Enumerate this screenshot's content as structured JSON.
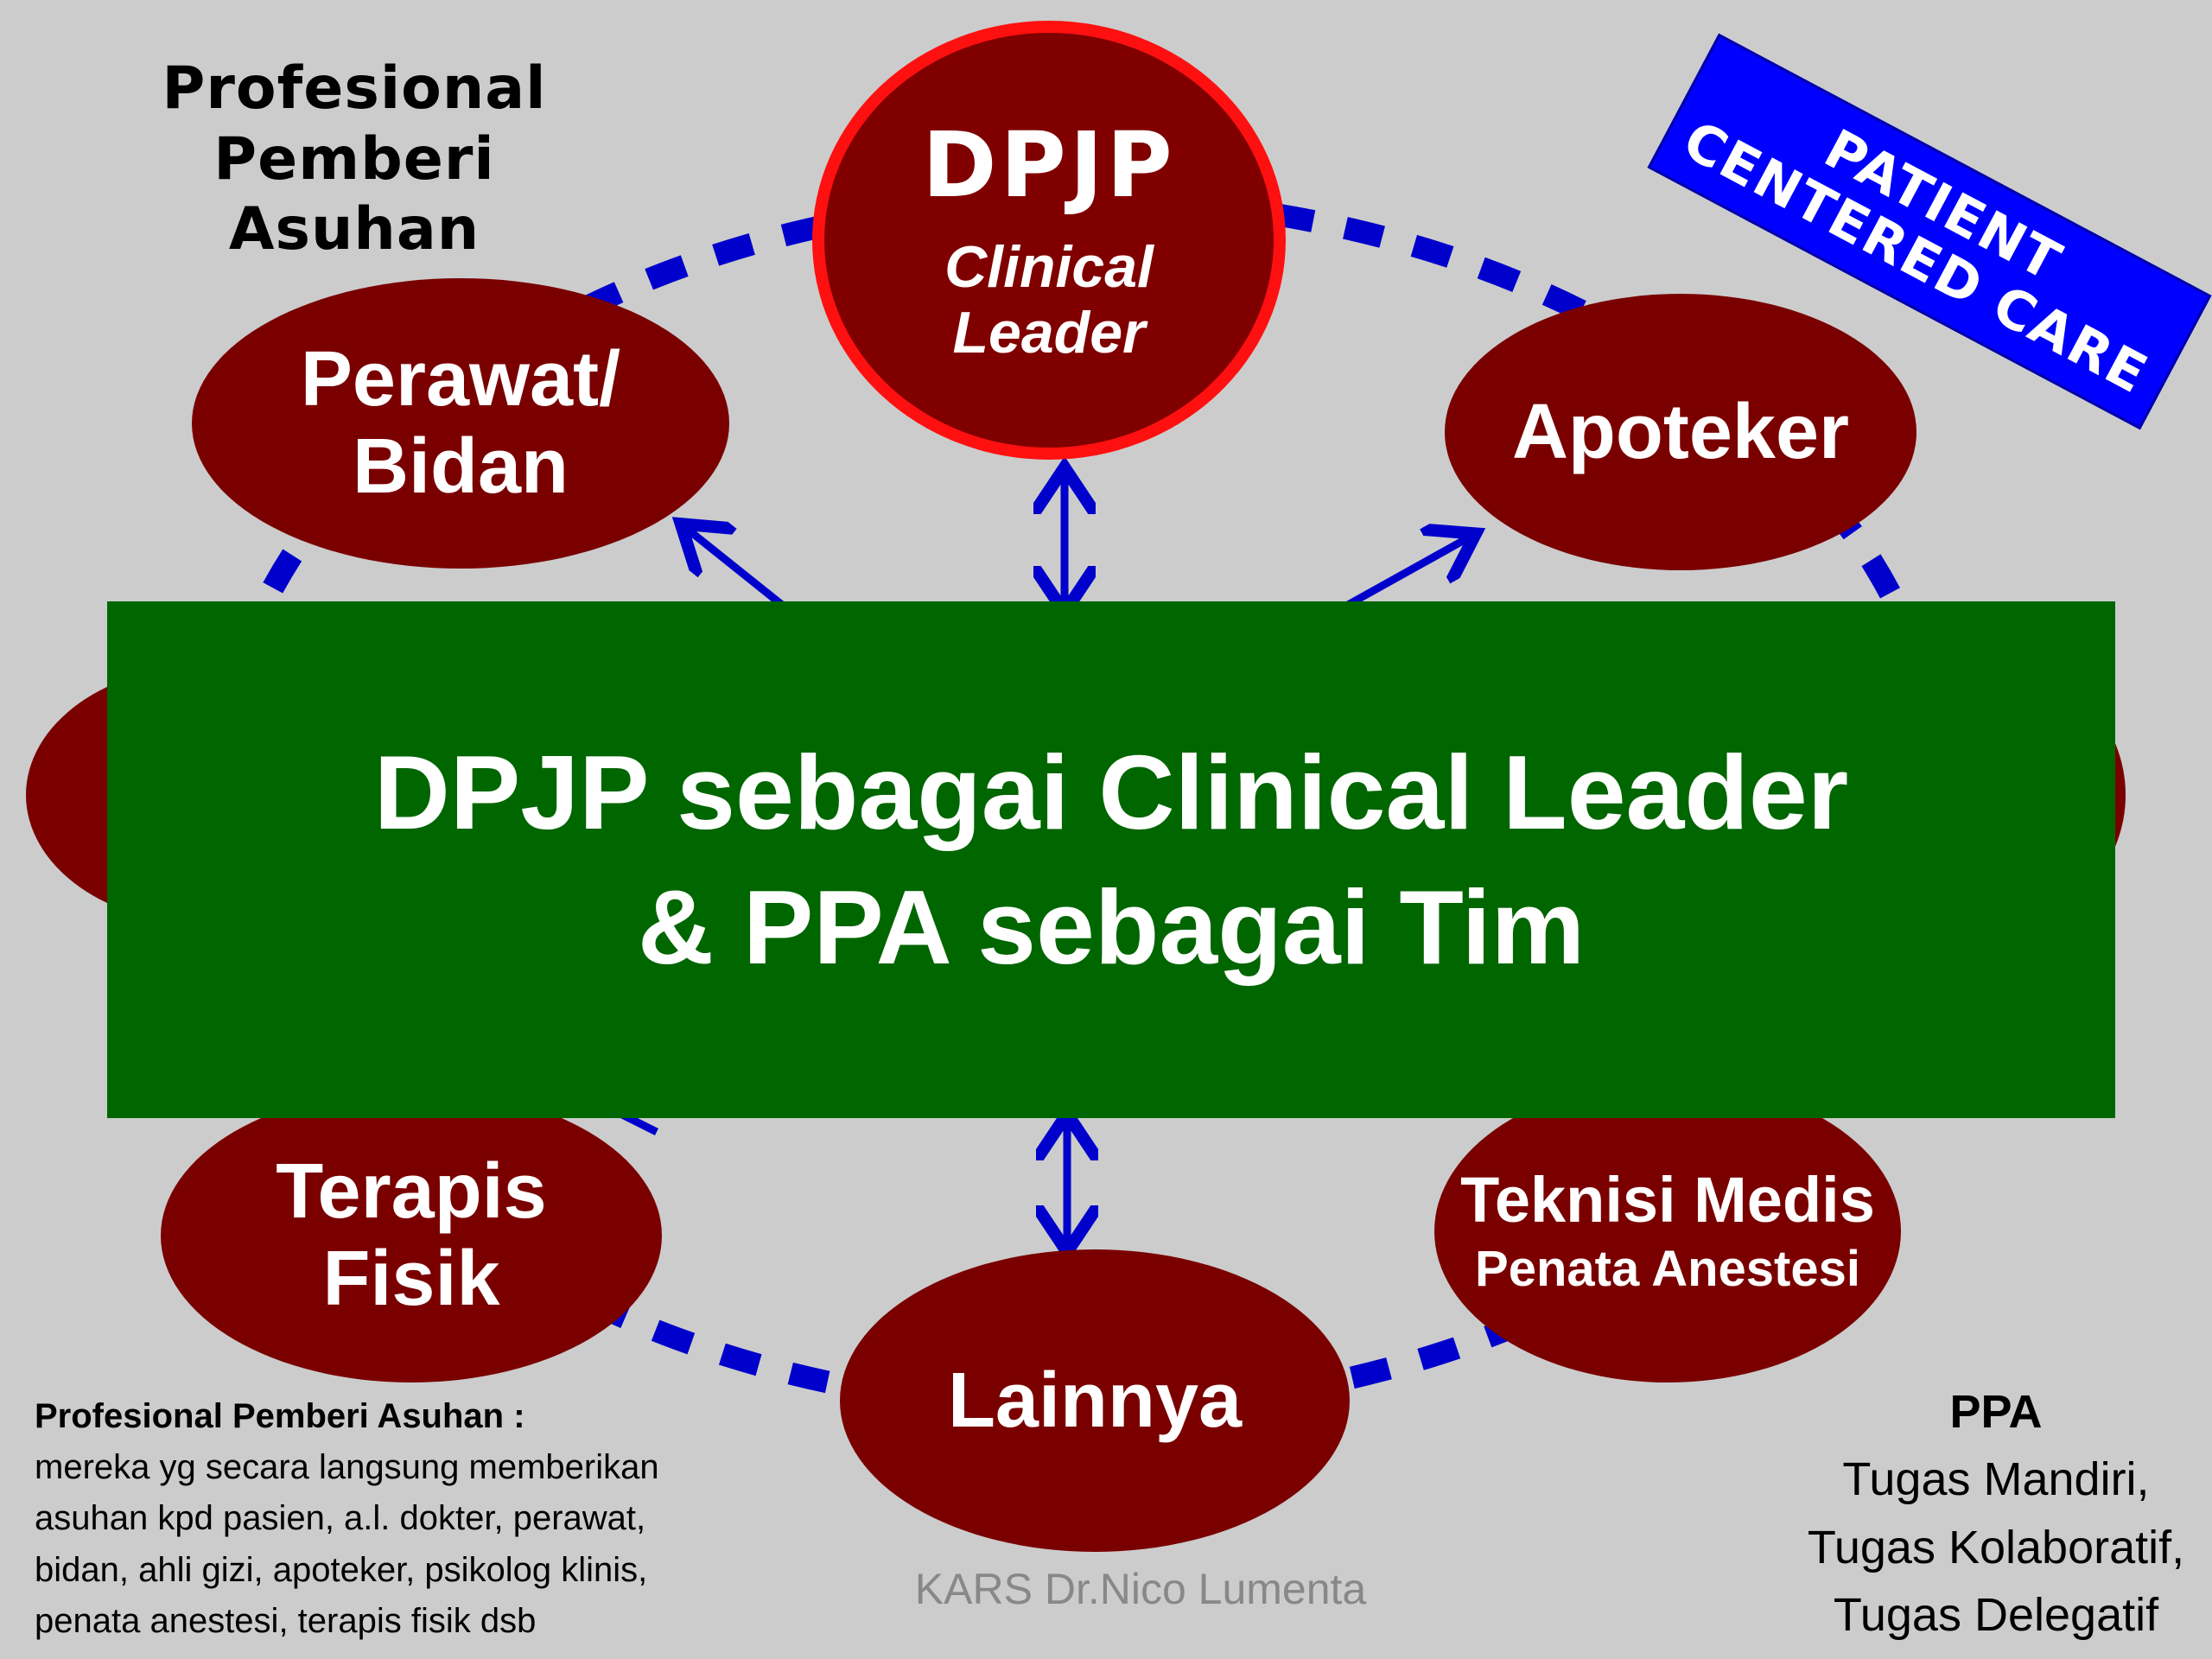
{
  "title": [
    "Profesional",
    "Pemberi Asuhan"
  ],
  "tag": [
    "PATIENT",
    "CENTERED CARE"
  ],
  "nodes": {
    "dpjp": {
      "title": "DPJP",
      "subtitle": [
        "Clinical",
        "Leader"
      ]
    },
    "perawat": [
      "Perawat/",
      "Bidan"
    ],
    "apoteker": [
      "Apoteker"
    ],
    "terapis": [
      "Terapis",
      "Fisik"
    ],
    "teknisi": {
      "title": "Teknisi Medis",
      "subtitle": "Penata Anestesi"
    },
    "lainnya": [
      "Lainnya"
    ]
  },
  "banner": [
    "DPJP sebagai Clinical Leader",
    "& PPA sebagai Tim"
  ],
  "definition": {
    "heading": "Profesional Pemberi Asuhan :",
    "lines": [
      "mereka yg secara langsung memberikan",
      "asuhan kpd pasien, a.l. dokter, perawat,",
      "bidan, ahli gizi, apoteker, psikolog klinis,",
      "penata anestesi, terapis fisik dsb"
    ]
  },
  "ppa": {
    "heading": "PPA",
    "lines": [
      "Tugas Mandiri,",
      "Tugas Kolaboratif,",
      "Tugas Delegatif"
    ]
  },
  "credit": "KARS Dr.Nico Lumenta",
  "colors": {
    "background": "#cccccc",
    "node_fill": "#7a0000",
    "leader_ring": "#ff1010",
    "connector": "#0000cc",
    "tag_fill": "#0000ff",
    "banner_fill": "#006600"
  }
}
